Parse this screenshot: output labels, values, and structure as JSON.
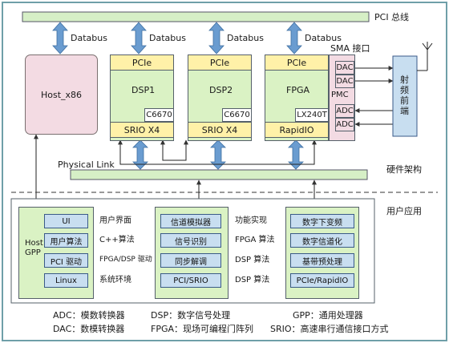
{
  "pci_bus_label": "PCI 总线",
  "databus_label": "Databus",
  "host_x86": "Host_x86",
  "pcie_label": "PCIe",
  "dsp1": {
    "name": "DSP1",
    "chip": "C6670",
    "srio": "SRIO X4"
  },
  "dsp2": {
    "name": "DSP2",
    "chip": "C6670",
    "srio": "SRIO X4"
  },
  "fpga": {
    "name": "FPGA",
    "chip": "LX240T",
    "srio": "RapidIO"
  },
  "sma_label": "SMA 接口",
  "pmc_label": "PMC",
  "dac_label": "DAC",
  "adc_label": "ADC",
  "rf_frontend": "射频前端",
  "physical_link": "Physical Link",
  "hw_arch": "硬件架构",
  "user_app": "用户应用",
  "host_gpp": "Host GPP",
  "gpp_items": [
    "UI",
    "用户算法",
    "PCI 驱动",
    "Linux"
  ],
  "gpp_descs": [
    "用户界面",
    "C++算法",
    "FPGA/DSP 驱动",
    "系统环境"
  ],
  "dsp_items": [
    "信道模拟器",
    "信号识别",
    "同步解调",
    "PCI/SRIO"
  ],
  "func_descs": [
    "功能实现",
    "FPGA 算法",
    "DSP 算法",
    "DSP 算法"
  ],
  "fpga_items": [
    "数字下变频",
    "数字信道化",
    "基带预处理",
    "PCIe/RapidIO"
  ],
  "legend": [
    [
      "ADC：模数转换器",
      "DSP：数字信号处理",
      "GPP：通用处理器"
    ],
    [
      "DAC：数模转换器",
      "FPGA：现场可编程门阵列",
      "SRIO：高速串行通信接口方式"
    ]
  ],
  "colors": {
    "bus": "#d6efc6",
    "yellow": "#fff1a8",
    "green": "#daf2c4",
    "pink": "#f3dbe3",
    "blue": "#c8def0",
    "arrow": "#6a9cd0"
  }
}
